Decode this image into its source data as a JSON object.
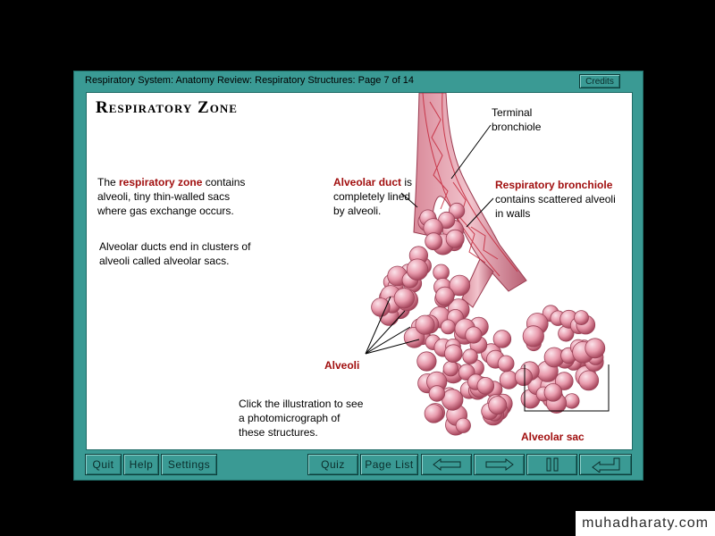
{
  "window": {
    "title": "Respiratory System: Anatomy Review: Respiratory Structures: Page 7 of 14",
    "credits_label": "Credits"
  },
  "content": {
    "heading": "Respiratory Zone",
    "intro": {
      "pre": "The ",
      "highlight": "respiratory zone",
      "post": " contains",
      "line2": "alveoli, tiny thin-walled sacs",
      "line3": "where gas exchange occurs."
    },
    "second_para": {
      "line1": "Alveolar ducts end in clusters of",
      "line2": "alveoli called alveolar sacs."
    },
    "click_note": {
      "line1": "Click the illustration to see",
      "line2": "a photomicrograph of",
      "line3": "these structures."
    },
    "labels": {
      "terminal_bronchiole_line1": "Terminal",
      "terminal_bronchiole_line2": "bronchiole",
      "alveolar_duct_bold": "Alveolar duct",
      "alveolar_duct_rest": " is",
      "alveolar_duct_line2": "completely lined",
      "alveolar_duct_line3": "by alveoli.",
      "respiratory_bronchiole_bold": "Respiratory bronchiole",
      "respiratory_bronchiole_line2": "contains scattered alveoli",
      "respiratory_bronchiole_line3": "in walls",
      "alveoli": "Alveoli",
      "alveolar_sac": "Alveolar sac"
    }
  },
  "toolbar": {
    "quit": "Quit",
    "help": "Help",
    "settings": "Settings",
    "quiz": "Quiz",
    "page_list": "Page List"
  },
  "watermark": "muhadharaty.com",
  "colors": {
    "frame": "#3a9a94",
    "accent_red": "#a10f0f",
    "alveoli_pink": "#e89aac"
  }
}
